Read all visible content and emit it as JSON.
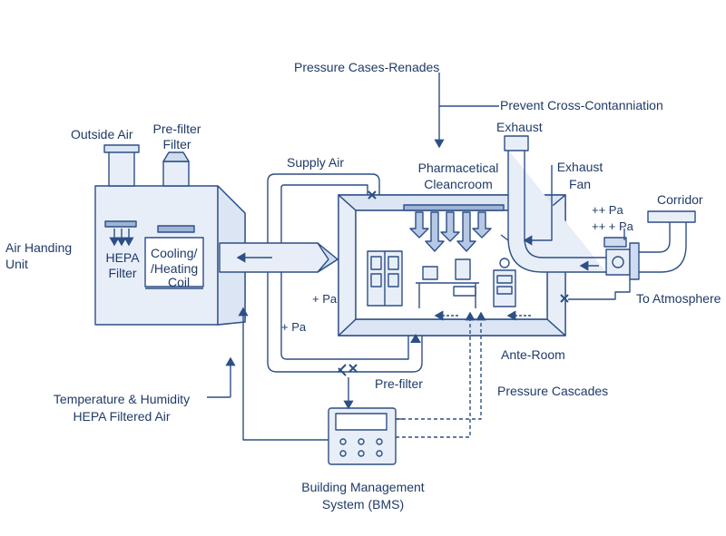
{
  "labels": {
    "pressure_cases": "Pressure Cases-Renades",
    "prevent_cross": "Prevent Cross-Contanniation",
    "exhaust": "Exhaust",
    "exhaust_fan": "Exhaust\nFan",
    "corridor": "Corridor",
    "plus_pa_1": "++ Pa",
    "plus_pa_2": "++ + Pa",
    "to_atmosphere": "To Atmosphere",
    "outside_air": "Outside Air",
    "pre_filter_top": "Pre-filter\nFilter",
    "supply_air": "Supply Air",
    "pharma_cleanroom": "Pharmacetical\nCleancroom",
    "air_handling_unit": "Air Handing\nUnit",
    "hepa_filter": "HEPA\nFilter",
    "cooling_heating": "Cooling/\n/Heating",
    "coil": "Coil",
    "pa_1": "+ Pa",
    "pa_2": "+ Pa",
    "ante_room": "Ante-Room",
    "pre_filter_bottom": "Pre-filter",
    "pressure_cascades": "Pressure Cascades",
    "temp_humidity": "Temperature & Humidity\nHEPA Filtered Air",
    "bms": "Building Management\nSystem (BMS)"
  },
  "colors": {
    "line": "#2d4f86",
    "fill": "#e8eef8",
    "fill_dark": "#cfdcef",
    "text": "#1f3a68"
  },
  "icons": [
    "damper-icon",
    "fan-icon",
    "airflow-arrow-icon",
    "equipment-cabinet-icon",
    "workbench-icon",
    "bms-panel-icon"
  ]
}
